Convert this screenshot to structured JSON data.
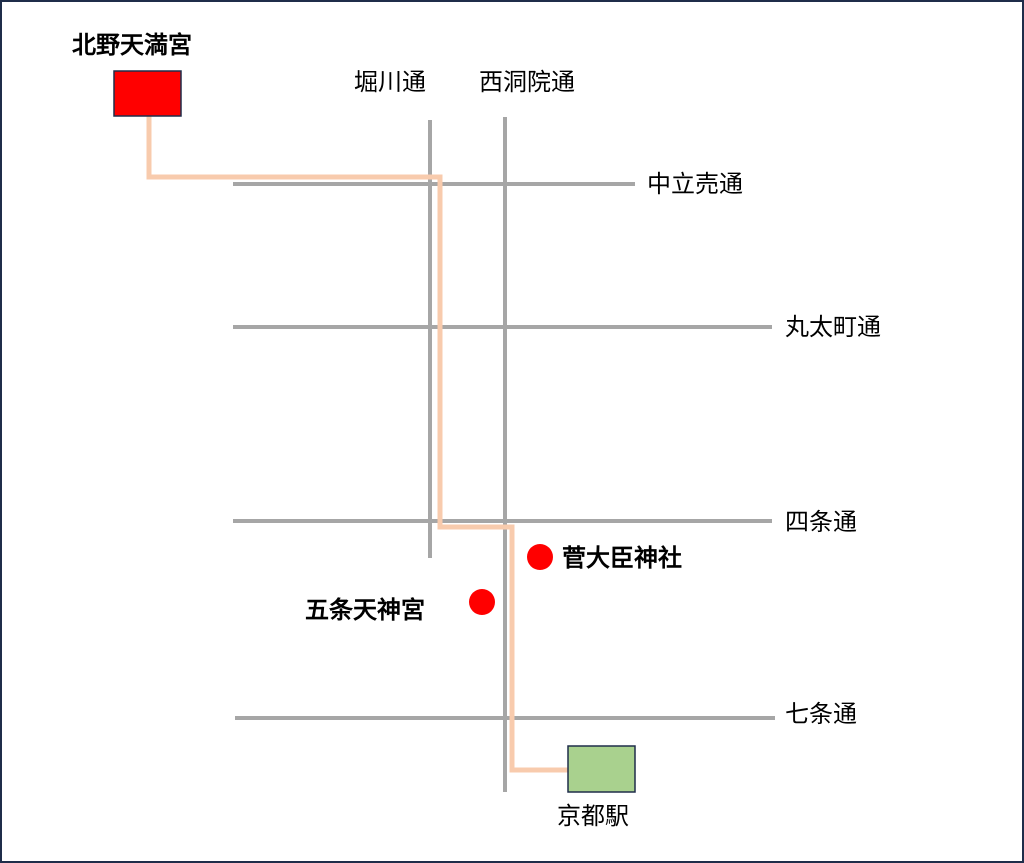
{
  "title": "京都 天神巡り 地図",
  "colors": {
    "road": "#a6a6a6",
    "route": "#f8cbad",
    "shrine": "#ff0000",
    "station": "#a9d18e",
    "border": "#1f2d4a"
  },
  "landmarks": {
    "start": "北野天満宮",
    "shrine1": "菅大臣神社",
    "shrine2": "五条天神宮",
    "station": "京都駅"
  },
  "roads": {
    "horikawa": "堀川通",
    "nishinotoin": "西洞院通",
    "nakadachiuri": "中立売通",
    "marutamachi": "丸太町通",
    "shijo": "四条通",
    "shichijo": "七条通"
  }
}
